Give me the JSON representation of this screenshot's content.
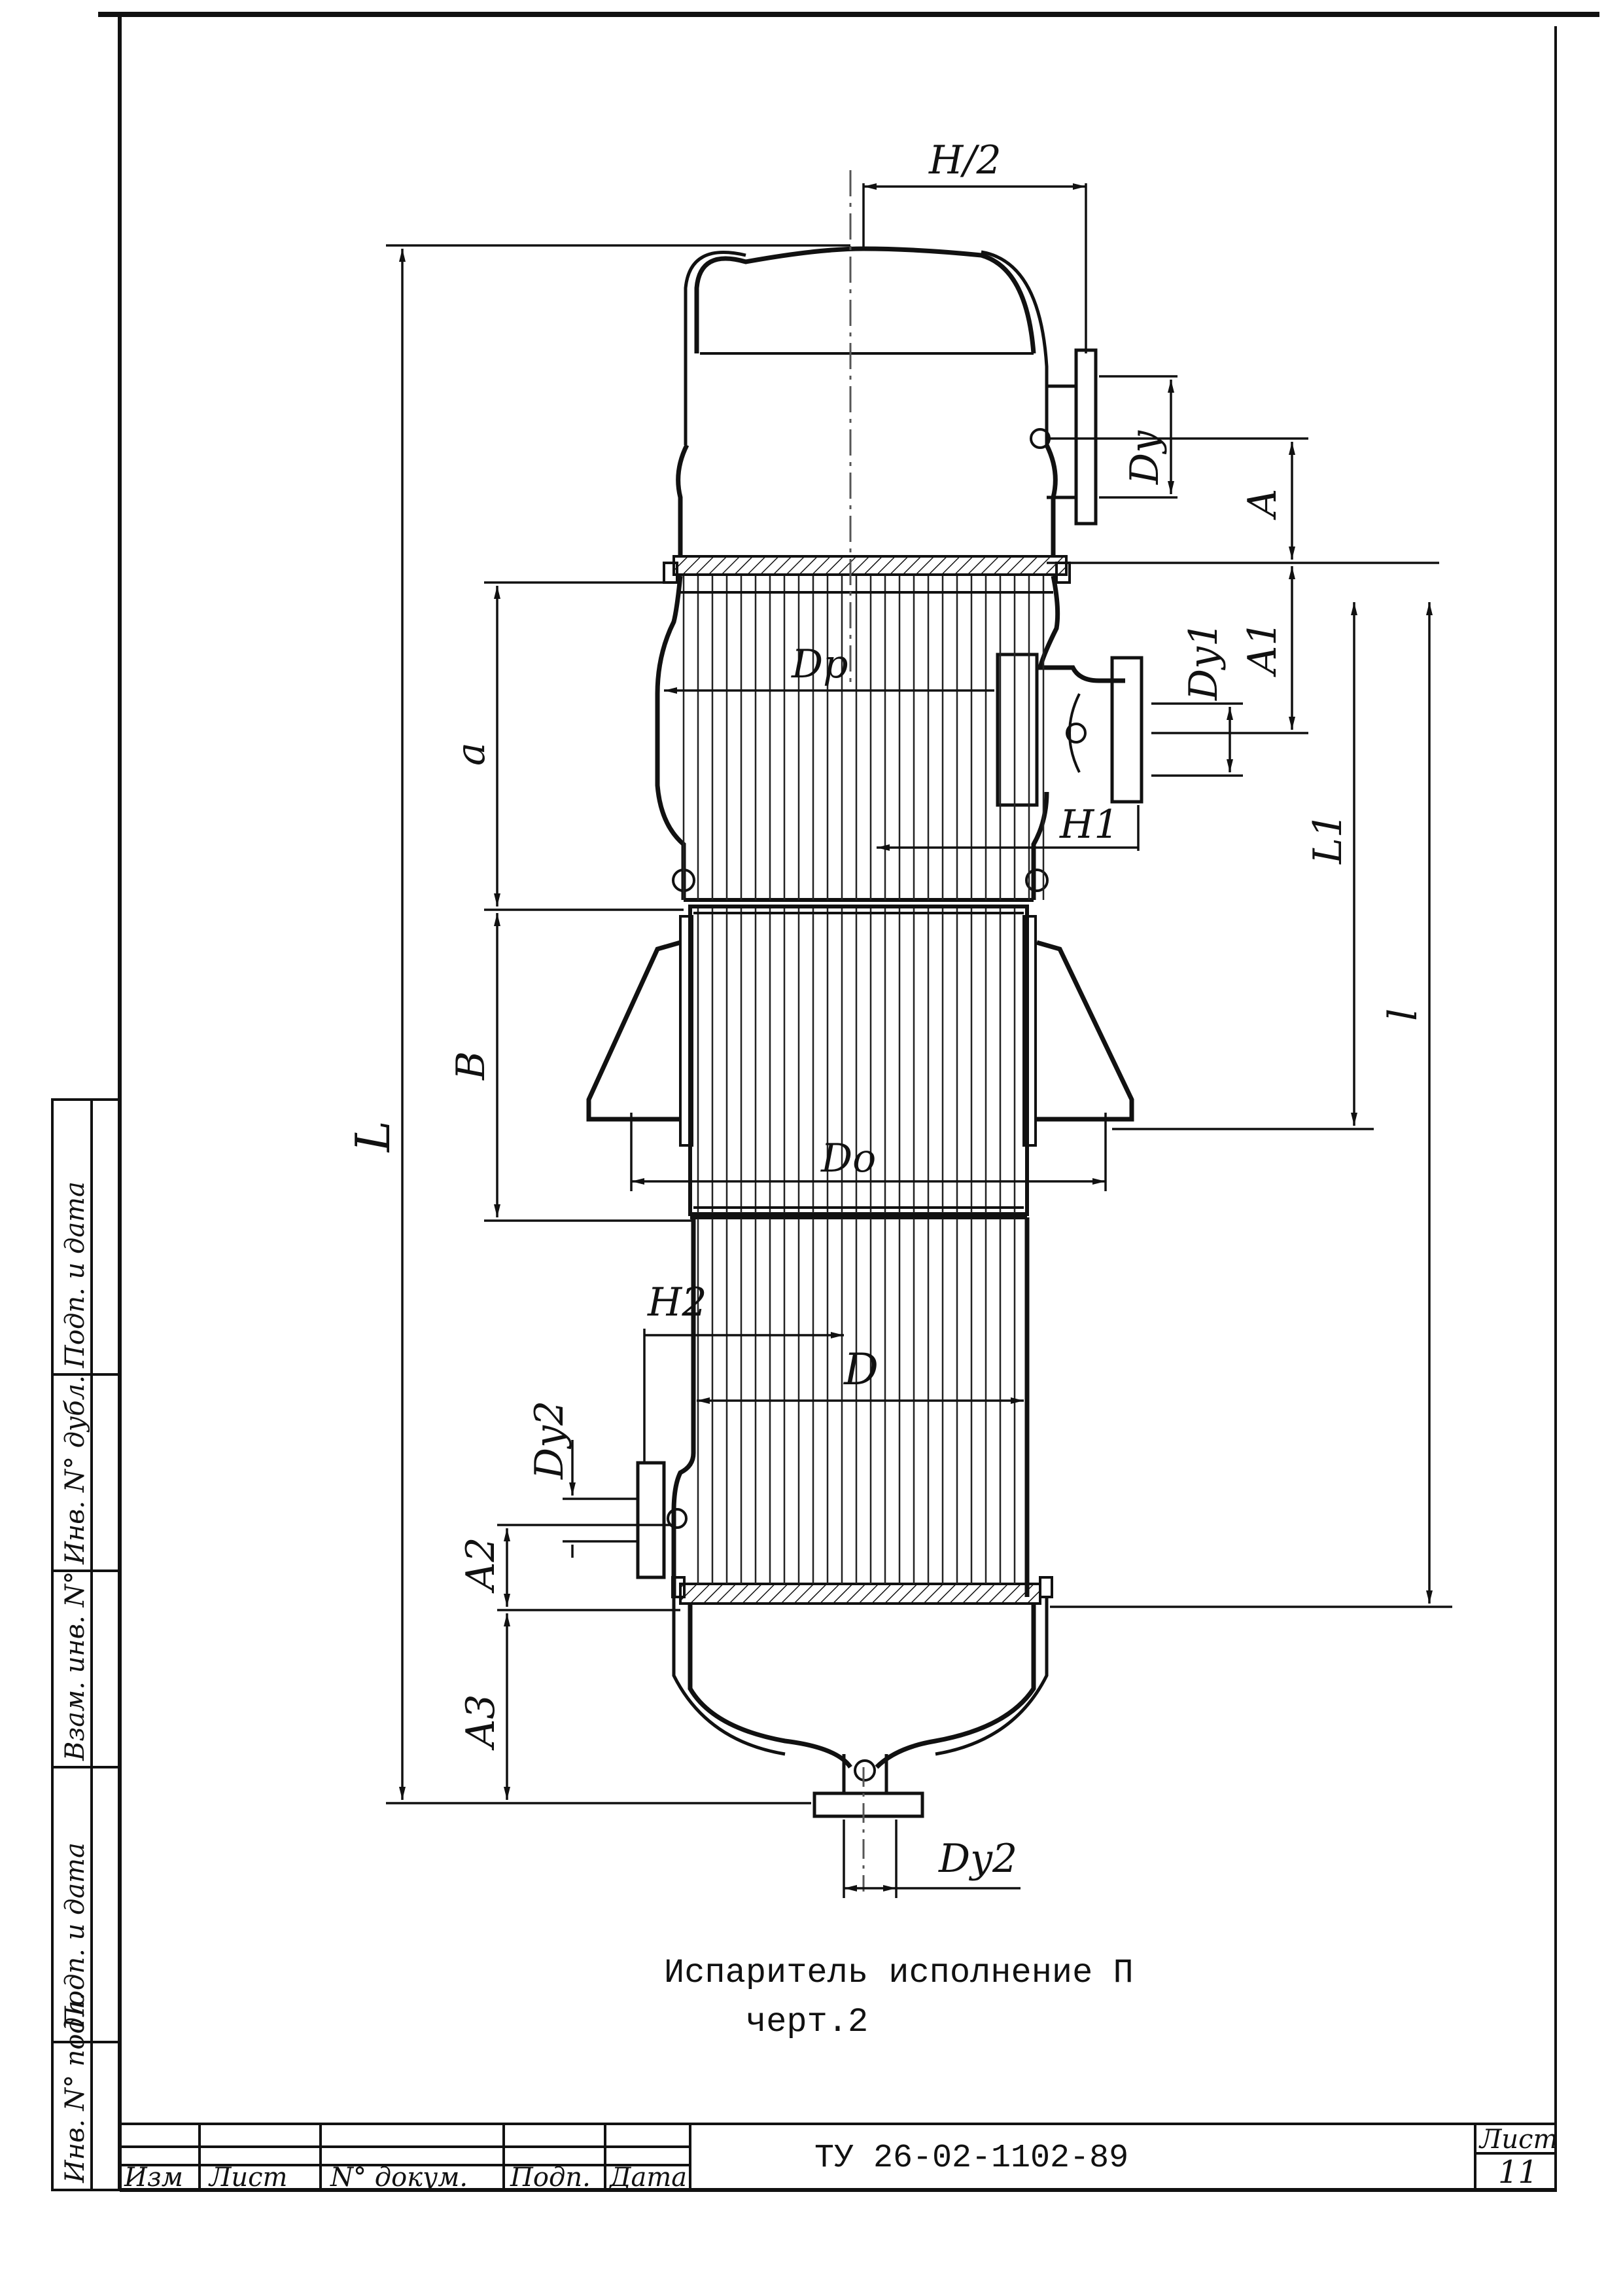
{
  "labels": {
    "H_half": "H/2",
    "Dy": "Dy",
    "A": "A",
    "A1": "A1",
    "Dy1": "Dy1",
    "Dp": "Dp",
    "a": "a",
    "H1": "H1",
    "L1": "L1",
    "l": "l",
    "L": "L",
    "B": "B",
    "Do": "Do",
    "H2": "H2",
    "D": "D",
    "Dy2_side": "Dy2",
    "A2": "A2",
    "A3": "A3",
    "Dy2_bottom": "Dy2"
  },
  "caption": {
    "title": "Испаритель исполнение П",
    "subtitle": "черт.2"
  },
  "title_block": {
    "document_code": "ТУ 26-02-1102-89",
    "sheet_label": "Лист",
    "sheet_number": "11",
    "columns": [
      "Изм",
      "Лист",
      "N° докум.",
      "Подп.",
      "Дата"
    ]
  },
  "side_stamp": {
    "fields": [
      "Инв. N° подл.",
      "Подп. и дата",
      "Взам. инв. N°",
      "Инв. N° дубл.",
      "Подп. и дата"
    ]
  }
}
